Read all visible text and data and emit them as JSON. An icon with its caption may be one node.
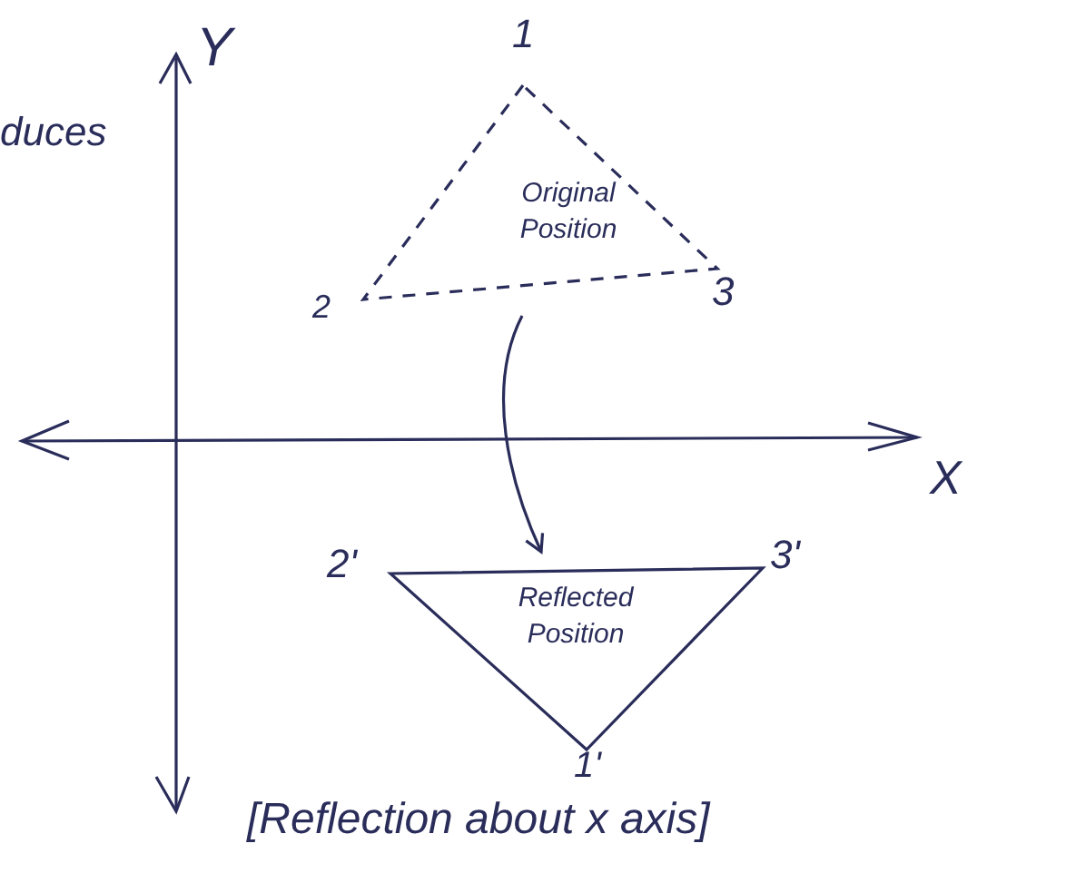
{
  "diagram": {
    "nodes": [
      {
        "text": [
          "Original Position"
        ]
      },
      {
        "text": [
          "Reflected Position"
        ]
      }
    ],
    "edges": [
      {
        "from": 0,
        "to": 1,
        "arrow": "to"
      }
    ],
    "labels": [
      "duces",
      "Y",
      "1",
      "2",
      "3",
      "X",
      "2'",
      "3'",
      "1'",
      "[Reflection about x axis]"
    ]
  }
}
